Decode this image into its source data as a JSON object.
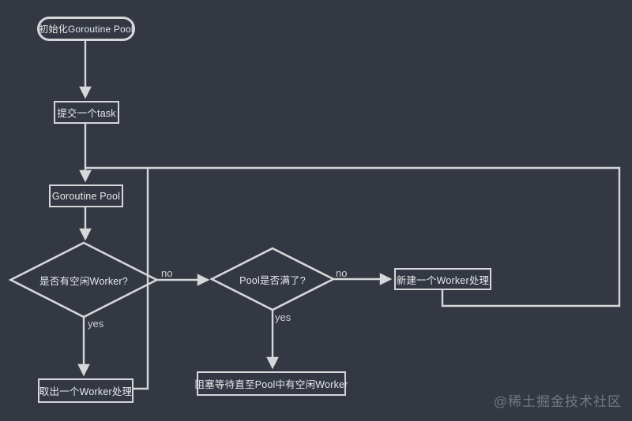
{
  "canvas": {
    "background": "#333842",
    "line_color": "#d5d7d9",
    "text_color": "#e7e9ea",
    "watermark_color": "#8b919b"
  },
  "nodes": {
    "start": {
      "type": "stadium",
      "label": "初始化Goroutine Pool"
    },
    "submit_task": {
      "type": "process",
      "label": "提交一个task"
    },
    "goroutine_pool": {
      "type": "process",
      "label": "Goroutine Pool"
    },
    "has_idle_worker": {
      "type": "decision",
      "label": "是否有空闲Worker?"
    },
    "take_worker": {
      "type": "process",
      "label": "取出一个Worker处理"
    },
    "pool_full": {
      "type": "decision",
      "label": "Pool是否满了?"
    },
    "block_wait": {
      "type": "process",
      "label": "阻塞等待直至Pool中有空闲Worker"
    },
    "new_worker": {
      "type": "process",
      "label": "新建一个Worker处理"
    }
  },
  "edge_labels": {
    "idle_yes": "yes",
    "idle_no": "no",
    "full_yes": "yes",
    "full_no": "no"
  },
  "watermark": "@稀土掘金技术社区"
}
